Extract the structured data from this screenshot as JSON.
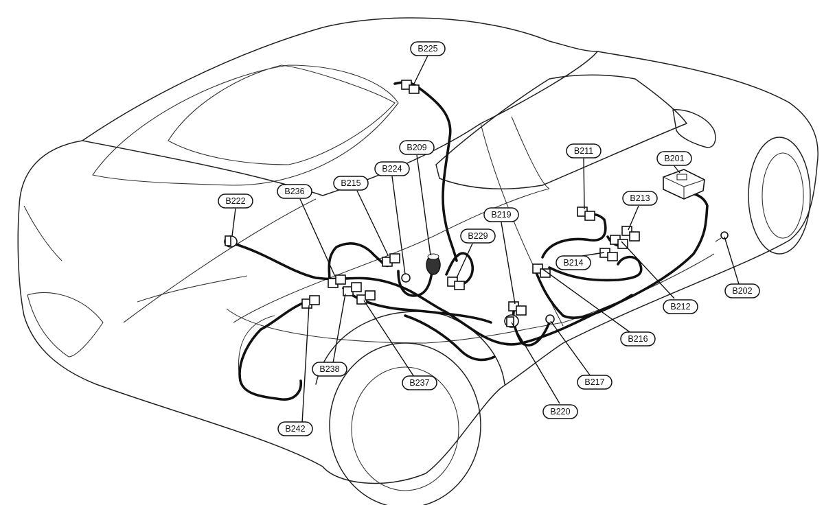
{
  "callouts": [
    {
      "id": "b201",
      "label": "B201"
    },
    {
      "id": "b202",
      "label": "B202"
    },
    {
      "id": "b209",
      "label": "B209"
    },
    {
      "id": "b211",
      "label": "B211"
    },
    {
      "id": "b212",
      "label": "B212"
    },
    {
      "id": "b213",
      "label": "B213"
    },
    {
      "id": "b214",
      "label": "B214"
    },
    {
      "id": "b215",
      "label": "B215"
    },
    {
      "id": "b216",
      "label": "B216"
    },
    {
      "id": "b217",
      "label": "B217"
    },
    {
      "id": "b219",
      "label": "B219"
    },
    {
      "id": "b220",
      "label": "B220"
    },
    {
      "id": "b222",
      "label": "B222"
    },
    {
      "id": "b224",
      "label": "B224"
    },
    {
      "id": "b225",
      "label": "B225"
    },
    {
      "id": "b229",
      "label": "B229"
    },
    {
      "id": "b236",
      "label": "B236"
    },
    {
      "id": "b237",
      "label": "B237"
    },
    {
      "id": "b238",
      "label": "B238"
    },
    {
      "id": "b242",
      "label": "B242"
    }
  ],
  "icons": {
    "connector": "connector-icon",
    "ground_terminal": "ground-terminal-icon",
    "module": "control-module-icon"
  }
}
